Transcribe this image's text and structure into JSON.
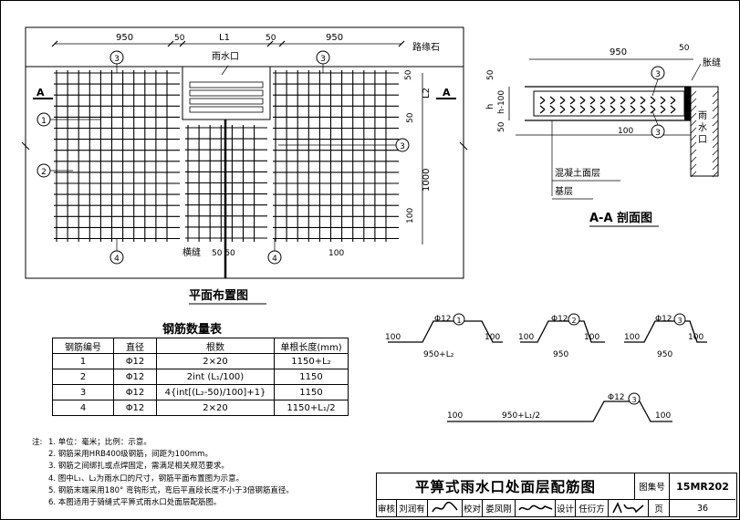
{
  "plan": {
    "dim_top": [
      "950",
      "50",
      "L1",
      "50",
      "950"
    ],
    "curb_label": "路缘石",
    "inlet_label": "雨水口",
    "section_mark": "A",
    "rebar_marks": [
      "1",
      "2",
      "3",
      "4"
    ],
    "dim_l2": "L2",
    "dim_1000": "1000",
    "dim_50": "50",
    "dim_100": "100",
    "joint_label": "横缝",
    "joint_dim": "50 50",
    "title": "平面布置图"
  },
  "section": {
    "dim_950": "950",
    "dim_50": "50",
    "expansion_joint": "胀缝",
    "dim_h": "h",
    "dim_h100": "h-100",
    "dim_100": "100",
    "inlet_label_vertical": "雨水口",
    "concrete_layer": "混凝土面层",
    "base_layer": "基层",
    "title": "A-A 剖面图"
  },
  "shapes": {
    "items": [
      {
        "mark": "1",
        "dia": "Φ12",
        "left": "100",
        "right": "100",
        "length": "950+L₂"
      },
      {
        "mark": "2",
        "dia": "Φ12",
        "left": "100",
        "right": "100",
        "length": "950"
      },
      {
        "mark": "3",
        "dia": "Φ12",
        "left": "100",
        "right": "100",
        "length": "950"
      },
      {
        "mark": "3",
        "dia": "Φ12",
        "left": "100",
        "right": "100",
        "length": "950+L₁/2"
      }
    ]
  },
  "table": {
    "title": "钢筋数量表",
    "headers": [
      "钢筋编号",
      "直径",
      "根数",
      "单根长度(mm)"
    ],
    "rows": [
      [
        "1",
        "Φ12",
        "2×20",
        "1150+L₂"
      ],
      [
        "2",
        "Φ12",
        "2int (L₁/100)",
        "1150"
      ],
      [
        "3",
        "Φ12",
        "4{int[(L₂-50)/100]+1}",
        "1150"
      ],
      [
        "4",
        "Φ12",
        "2×20",
        "1150+L₁/2"
      ]
    ]
  },
  "notes": {
    "label": "注:",
    "items": [
      "1. 单位：毫米；比例：示意。",
      "2. 钢筋采用HRB400级钢筋，间距为100mm。",
      "3. 钢筋之间绑扎或点焊固定，需满足相关规范要求。",
      "4. 图中L₁、L₂为雨水口的尺寸，钢筋平面布置图为示意。",
      "5. 钢筋末端采用180° 弯钩形式，弯后平直段长度不小于3倍钢筋直径。",
      "6. 本图适用于骑缝式平箅式雨水口处面层配筋图。"
    ]
  },
  "titleblock": {
    "title": "平箅式雨水口处面层配筋图",
    "atlas_label": "图集号",
    "atlas_no": "15MR202",
    "review_label": "审核",
    "reviewer": "刘润有",
    "check_label": "校对",
    "checker": "娄凤刚",
    "design_label": "设计",
    "designer": "任衍方",
    "page_label": "页",
    "page_no": "36"
  }
}
